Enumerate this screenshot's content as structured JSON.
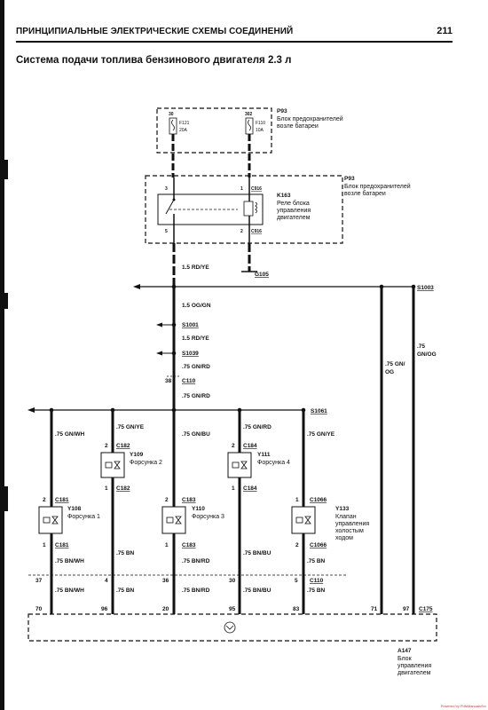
{
  "header": {
    "title": "ПРИНЦИПИАЛЬНЫЕ ЭЛЕКТРИЧЕСКИЕ СХЕМЫ СОЕДИНЕНИЙ",
    "page_number": "211"
  },
  "diagram_title": "Система подачи топлива бензинового двигателя 2.3 л",
  "fuse_box": {
    "id": "P93",
    "line1": "Блок предохранителей",
    "line2": "возле батареи",
    "fuse1": {
      "pin": "30",
      "id": "F121",
      "rating": "20A"
    },
    "fuse2": {
      "pin": "302",
      "id": "F110",
      "rating": "10A"
    }
  },
  "relay_box": {
    "id": "P93",
    "line1": "Блок предохранителей",
    "line2": "возле батареи",
    "relay_id": "K163",
    "relay_line1": "Реле блока",
    "relay_line2": "управления",
    "relay_line3": "двигателем",
    "connector_top": "C916",
    "connector_bottom": "C916",
    "pin_tl": "3",
    "pin_tr": "1",
    "pin_bl": "5",
    "pin_br": "2"
  },
  "wires": {
    "w_rd_ye_top": "1.5 RD/YE",
    "g105": "G105",
    "s1003": "S1003",
    "w_og_gn_1": "1.5 OG/GN",
    "s1001": "S1001",
    "w_rd_ye_2": "1.5 RD/YE",
    "s1039": "S1039",
    "w_gn_rd_1": ".75 GN/RD",
    "pin_38": "38",
    "c110_top": "C110",
    "w_gn_rd_2": ".75 GN/RD",
    "w_gn_og_left": ".75 GN/",
    "w_gn_og_left2": "OG",
    "w_gn_og_right": ".75",
    "w_gn_og_right2": "GN/OG",
    "s1061": "S1061"
  },
  "branches": {
    "b1": ".75 GN/WH",
    "b2": ".75 GN/YE",
    "b3": ".75 GN/BU",
    "b4": ".75 GN/RD",
    "b5": ".75 GN/YE"
  },
  "components": {
    "y109": {
      "conn": "C182",
      "pin_top": "2",
      "pin_bot": "1",
      "id": "Y109",
      "name": "Форсунка 2",
      "conn_bot": "C182"
    },
    "y111": {
      "conn": "C184",
      "pin_top": "2",
      "pin_bot": "1",
      "id": "Y111",
      "name": "Форсунка 4",
      "conn_bot": "C184"
    },
    "y108": {
      "conn": "C181",
      "pin_top": "2",
      "pin_bot": "1",
      "id": "Y108",
      "name": "Форсунка 1",
      "conn_bot": "C181"
    },
    "y110": {
      "conn": "C183",
      "pin_top": "2",
      "pin_bot": "1",
      "id": "Y110",
      "name": "Форсунка 3",
      "conn_bot": "C183"
    },
    "y133": {
      "conn": "C1066",
      "pin_top": "1",
      "pin_bot": "2",
      "id": "Y133",
      "name1": "Клапан",
      "name2": "управления",
      "name3": "холостым",
      "name4": "ходом",
      "conn_bot": "C1066"
    }
  },
  "lower_wires": {
    "l1": ".75 BN/WH",
    "l2": ".75 BN",
    "l3": ".75 BN/RD",
    "l4": ".75 BN/BU",
    "l5": ".75 BN",
    "m1": ".75 BN/WH",
    "m2": ".75 BN",
    "m3": ".75 BN/RD",
    "m4": ".75 BN/BU",
    "m5": ".75 BN"
  },
  "c110_pins": {
    "p37": "37",
    "p4": "4",
    "p36": "36",
    "p30": "30",
    "p5": "5",
    "c110": "C110"
  },
  "c175_pins": {
    "p70": "70",
    "p96": "96",
    "p20": "20",
    "p95": "95",
    "p83": "83",
    "p71": "71",
    "p97": "97",
    "c175": "C175"
  },
  "ecu": {
    "id": "A147",
    "line1": "Блок",
    "line2": "управления",
    "line3": "двигателем"
  },
  "credit": "Powered by PdfsManualsSrc"
}
